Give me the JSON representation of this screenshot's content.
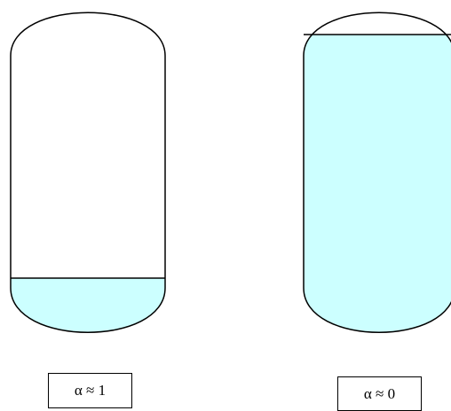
{
  "vessels": [
    {
      "id": "left",
      "fill_fraction": 0.17,
      "liquid_color": "#ccffff",
      "label": "α ≈ 1"
    },
    {
      "id": "right",
      "fill_fraction": 0.93,
      "liquid_color": "#ccffff",
      "label": "α ≈ 0"
    }
  ],
  "colors": {
    "outline": "#000000",
    "background": "#ffffff"
  }
}
